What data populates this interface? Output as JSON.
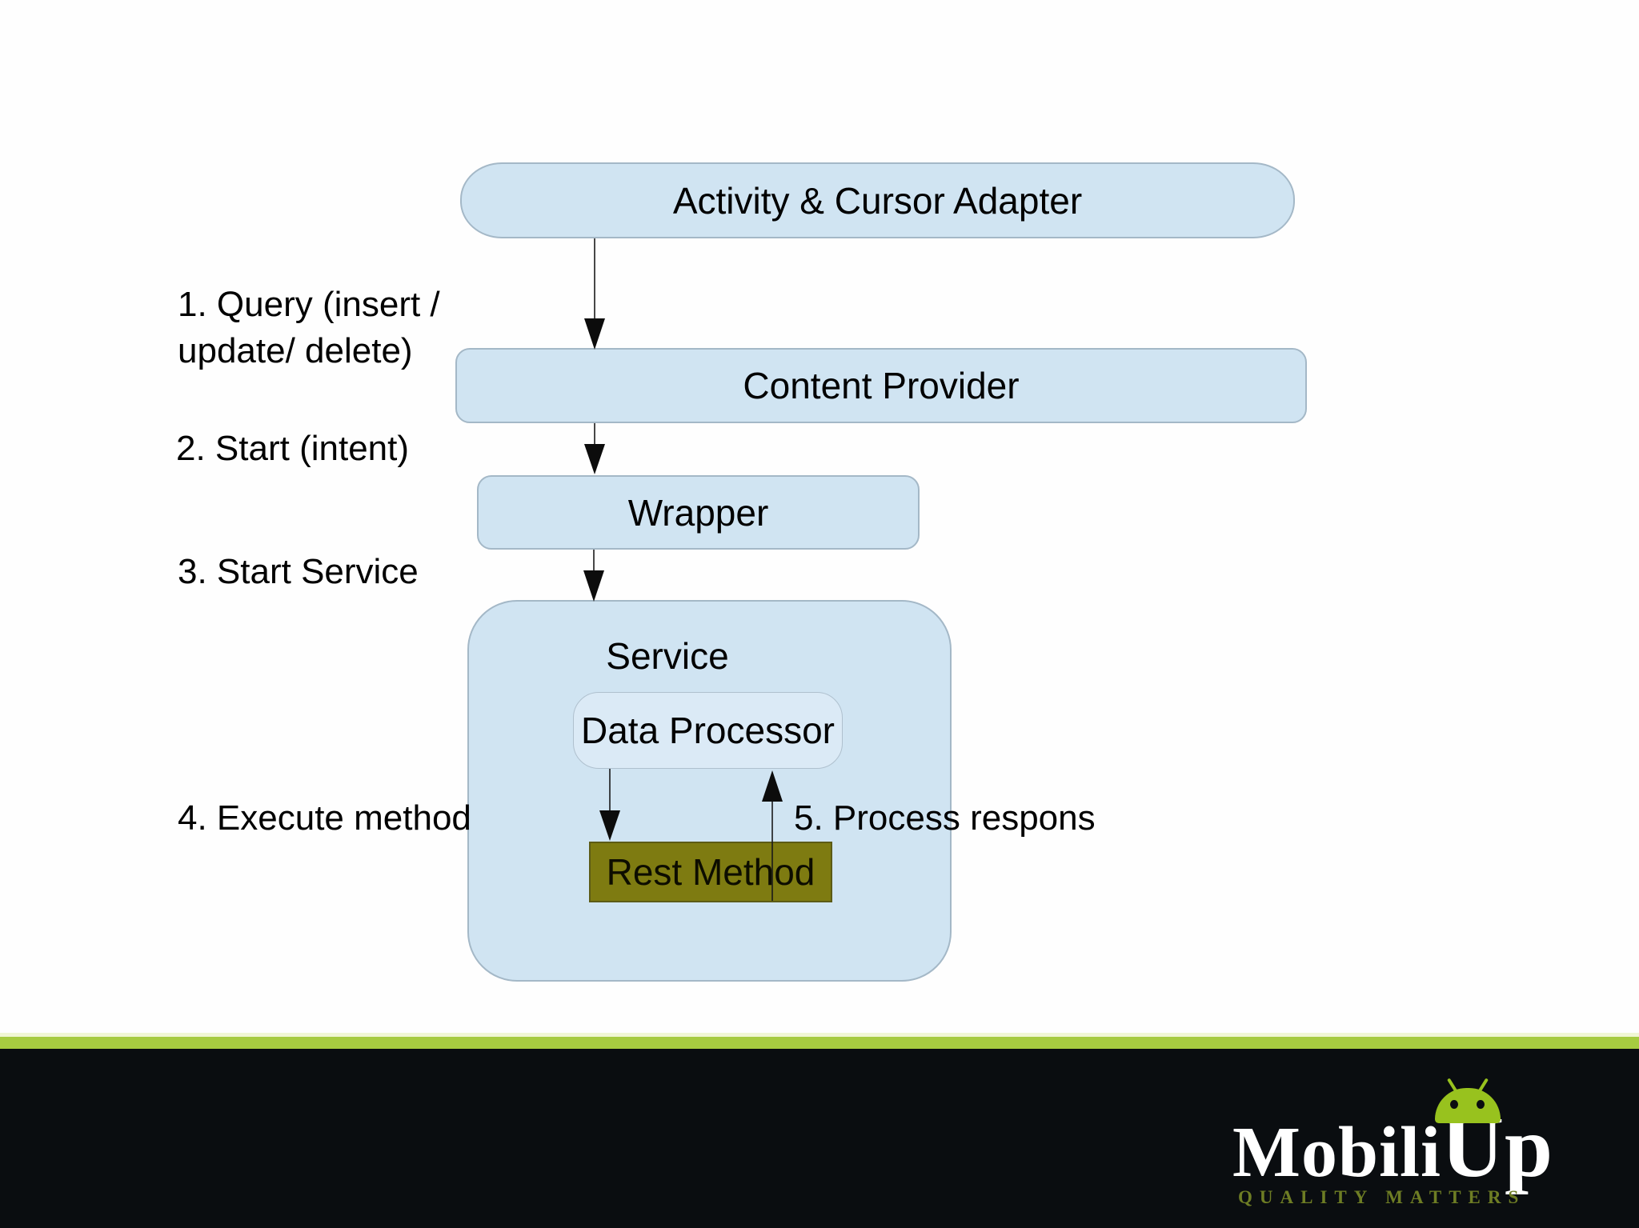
{
  "diagram": {
    "boxes": {
      "activity": {
        "label": "Activity & Cursor Adapter"
      },
      "content": {
        "label": "Content Provider"
      },
      "wrapper": {
        "label": "Wrapper"
      },
      "service": {
        "label": "Service"
      },
      "data_processor": {
        "label": "Data Processor"
      },
      "rest_method": {
        "label": "Rest Method"
      }
    },
    "steps": {
      "s1": "1. Query (insert /\nupdate/ delete)",
      "s2": "2. Start (intent)",
      "s3": "3. Start Service",
      "s4": "4. Execute method",
      "s5": "5. Process respons"
    }
  },
  "footer": {
    "brand_mobili": "Mobili",
    "brand_up": "Up",
    "tagline": "QUALITY MATTERS",
    "android_icon": "android-robot-head-icon"
  },
  "colors": {
    "box_blue_fill": "#d0e4f2",
    "box_blue_border": "#a4b8c7",
    "inner_box_fill": "#dbeaf6",
    "rest_method_fill": "#7e7b11",
    "divider_green": "#a6cb40",
    "footer_bg": "#0a0d10",
    "android_green": "#98c21e",
    "tagline_olive": "#6e7d24",
    "text_black": "#000000",
    "brand_white": "#ffffff"
  }
}
